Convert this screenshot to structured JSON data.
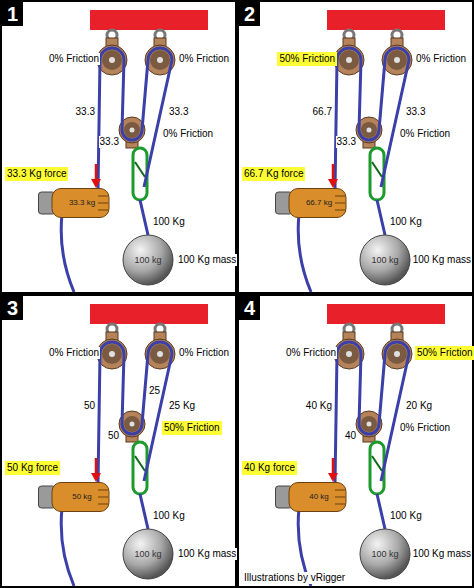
{
  "diagram": {
    "nodes": [
      {
        "text": [
          "1"
        ]
      },
      {
        "text": [
          "33.3 Kg force"
        ],
        "in": 0
      },
      {
        "text": [
          "33.3 kg"
        ],
        "in": 0
      },
      {
        "text": [
          "100 kg"
        ],
        "in": 0
      },
      {
        "text": [
          "2"
        ]
      },
      {
        "text": [
          "50% Friction"
        ],
        "in": 4
      },
      {
        "text": [
          "66.7 Kg force"
        ],
        "in": 4
      },
      {
        "text": [
          "66.7 kg"
        ],
        "in": 4
      },
      {
        "text": [
          "100 kg"
        ],
        "in": 4
      },
      {
        "text": [
          "3"
        ]
      },
      {
        "text": [
          "50% Friction"
        ],
        "in": 9
      },
      {
        "text": [
          "50 Kg force"
        ],
        "in": 9
      },
      {
        "text": [
          "50 kg"
        ],
        "in": 9
      },
      {
        "text": [
          "100 kg"
        ],
        "in": 9
      },
      {
        "text": [
          "4"
        ]
      },
      {
        "text": [
          "50% Friction"
        ],
        "in": 14
      },
      {
        "text": [
          "40 Kg force"
        ],
        "in": 14
      },
      {
        "text": [
          "40 kg"
        ],
        "in": 14
      },
      {
        "text": [
          "100 kg"
        ],
        "in": 14
      }
    ],
    "labels": [
      "0% Friction",
      "0% Friction",
      "33.3",
      "33.3",
      "0% Friction",
      "33.3",
      "100 Kg",
      "100 Kg mass",
      "0% Friction",
      "66.7",
      "33.3",
      "0% Friction",
      "33.3",
      "100 Kg",
      "100 Kg mass",
      "0% Friction",
      "0% Friction",
      "25",
      "50",
      "25 Kg",
      "50",
      "100 Kg",
      "100 Kg mass",
      "0% Friction",
      "40 Kg",
      "20 Kg",
      "0% Friction",
      "40",
      "100 Kg",
      "100 Kg mass",
      "Illustrations by vRigger"
    ]
  }
}
